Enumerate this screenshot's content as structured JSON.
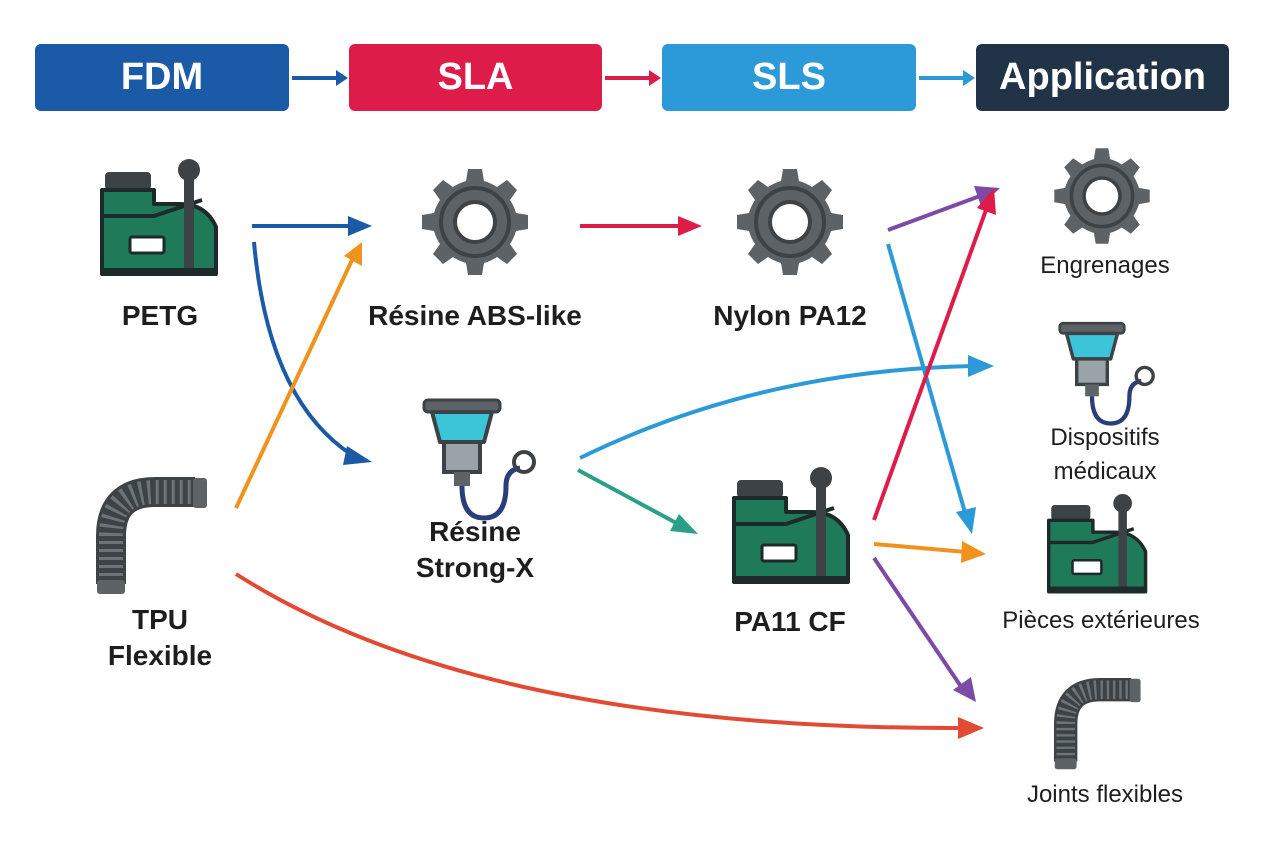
{
  "header": {
    "stages": [
      {
        "label": "FDM",
        "color": "#1a5aa6"
      },
      {
        "label": "SLA",
        "color": "#de1c4a"
      },
      {
        "label": "SLS",
        "color": "#2c9ad8"
      },
      {
        "label": "Application",
        "color": "#213447"
      }
    ],
    "arrow_color": "#1a5aa6"
  },
  "nodes": {
    "petg": {
      "label": "PETG",
      "icon": "machine-icon"
    },
    "tpu": {
      "label": "TPU\nFlexible",
      "icon": "flexible-hose-icon"
    },
    "abs": {
      "label": "Résine ABS-like",
      "icon": "gear-icon"
    },
    "strong": {
      "label": "Résine\nStrong-X",
      "icon": "medical-device-icon"
    },
    "pa12": {
      "label": "Nylon PA12",
      "icon": "gear-icon"
    },
    "pa11": {
      "label": "PA11 CF",
      "icon": "machine-icon"
    }
  },
  "applications": {
    "gears": {
      "label": "Engrenages",
      "icon": "gear-icon"
    },
    "medical": {
      "label": "Dispositifs\nmédicaux",
      "icon": "medical-device-icon"
    },
    "exterior": {
      "label": "Pièces extérieures",
      "icon": "machine-icon"
    },
    "joints": {
      "label": "Joints flexibles",
      "icon": "flexible-hose-icon"
    }
  },
  "colors": {
    "dark_blue": "#1a5aa6",
    "orange": "#f0921e",
    "crimson": "#de1c4a",
    "sky_blue": "#2c9ad8",
    "teal": "#2aa088",
    "purple": "#7d4aa6",
    "red": "#e24a33",
    "icon_gray": "#5c6266",
    "icon_dark": "#3c4246",
    "icon_green": "#1f7a5a",
    "icon_cyan": "#3cc4d8"
  }
}
